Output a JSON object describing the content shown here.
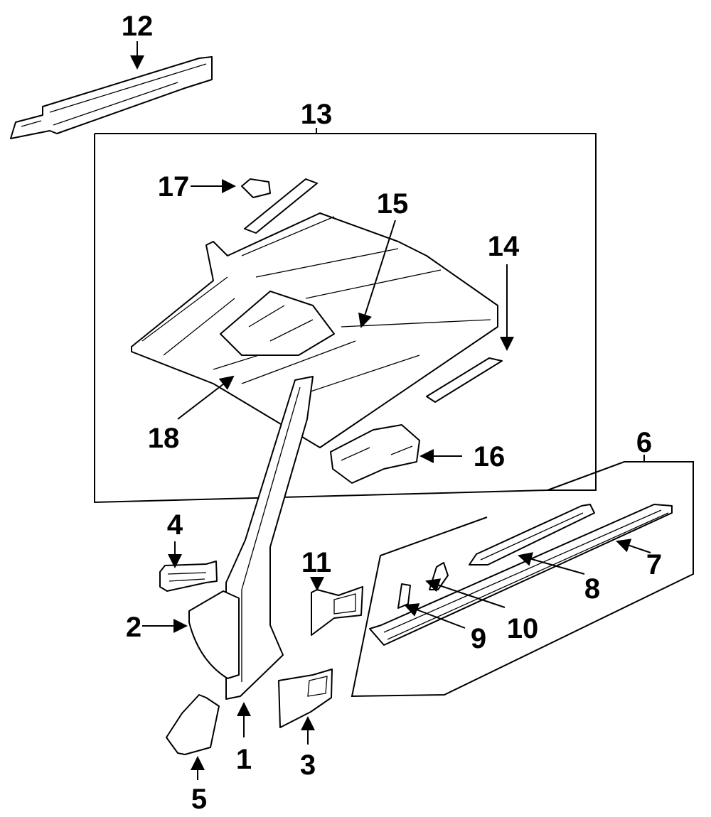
{
  "diagram": {
    "type": "exploded-parts-diagram",
    "background": "#ffffff",
    "ink": "#000000",
    "callouts": [
      {
        "id": "1",
        "label": "1"
      },
      {
        "id": "2",
        "label": "2"
      },
      {
        "id": "3",
        "label": "3"
      },
      {
        "id": "4",
        "label": "4"
      },
      {
        "id": "5",
        "label": "5"
      },
      {
        "id": "6",
        "label": "6"
      },
      {
        "id": "7",
        "label": "7"
      },
      {
        "id": "8",
        "label": "8"
      },
      {
        "id": "9",
        "label": "9"
      },
      {
        "id": "10",
        "label": "10"
      },
      {
        "id": "11",
        "label": "11"
      },
      {
        "id": "12",
        "label": "12"
      },
      {
        "id": "13",
        "label": "13"
      },
      {
        "id": "14",
        "label": "14"
      },
      {
        "id": "15",
        "label": "15"
      },
      {
        "id": "16",
        "label": "16"
      },
      {
        "id": "17",
        "label": "17"
      },
      {
        "id": "18",
        "label": "18"
      }
    ],
    "groups": [
      {
        "label": "13",
        "contains": [
          "14",
          "15",
          "16",
          "17",
          "18"
        ]
      },
      {
        "label": "6",
        "contains": [
          "7",
          "8",
          "9",
          "10"
        ]
      }
    ]
  }
}
